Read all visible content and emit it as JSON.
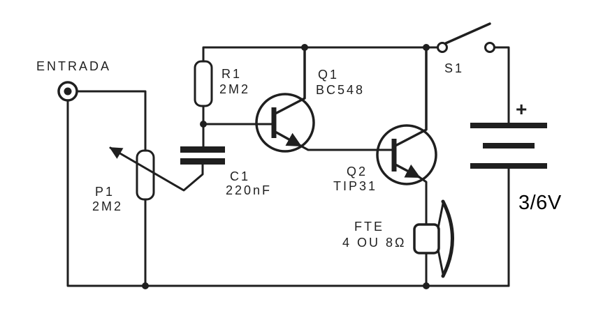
{
  "canvas": {
    "background": "#ffffff",
    "ink": "#1f1f1f"
  },
  "schematic": {
    "input": {
      "label": "ENTRADA"
    },
    "resistor_r1": {
      "ref": "R1",
      "value": "2M2"
    },
    "transistor_q1": {
      "ref": "Q1",
      "value": "BC548"
    },
    "capacitor_c1": {
      "ref": "C1",
      "value": "220nF"
    },
    "potentiometer_p1": {
      "ref": "P1",
      "value": "2M2"
    },
    "transistor_q2": {
      "ref": "Q2",
      "value": "TIP31"
    },
    "switch_s1": {
      "ref": "S1"
    },
    "battery": {
      "polarity": "+",
      "value": "3/6V"
    },
    "speaker": {
      "ref": "FTE",
      "value": "4 OU 8Ω"
    }
  }
}
